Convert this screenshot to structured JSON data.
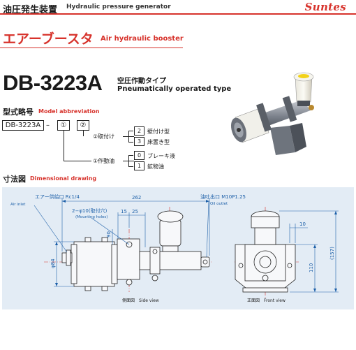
{
  "header": {
    "title_jp": "油圧発生装置",
    "title_en": "Hydraulic pressure generator",
    "brand": "Suntes"
  },
  "product": {
    "name_jp": "エアーブースタ",
    "name_en": "Air hydraulic booster",
    "model": "DB-3223A",
    "operation_jp": "空圧作動タイプ",
    "operation_en": "Pneumatically operated type"
  },
  "model_abbreviation": {
    "heading_jp": "型式略号",
    "heading_en": "Model abbreviation",
    "base": "DB-3223A",
    "dash": "–",
    "slot1": "①",
    "slot2": "②",
    "mounting": {
      "label": "②取付け",
      "options": [
        {
          "code": "2",
          "desc": "壁付け型"
        },
        {
          "code": "3",
          "desc": "床置き型"
        }
      ]
    },
    "fluid": {
      "label": "①作動油",
      "options": [
        {
          "code": "0",
          "desc": "ブレーキ液"
        },
        {
          "code": "1",
          "desc": "鉱物油"
        }
      ]
    }
  },
  "dimensional_drawing": {
    "heading_jp": "寸法図",
    "heading_en": "Dimensional drawing",
    "air_inlet_jp": "エアー供給口 Rc1/4",
    "air_inlet_en": "Air inlet",
    "oil_outlet_jp": "油吐出口 M10P1.25",
    "oil_outlet_en": "Oil outlet",
    "holes_jp": "2−φ10(取付穴)",
    "holes_en": "(Mounting holes)",
    "dim_262": "262",
    "dim_15": "15",
    "dim_25": "25",
    "dim_90": "90",
    "dim_84": "φ84",
    "dim_10": "10",
    "dim_110": "110",
    "dim_157": "(157)",
    "side_view_jp": "側面図",
    "side_view_en": "Side view",
    "front_view_jp": "正面図",
    "front_view_en": "Front view"
  },
  "colors": {
    "accent": "#d7332c",
    "dimension": "#1c5fa8",
    "drawing_bg": "#e3ecf5"
  }
}
